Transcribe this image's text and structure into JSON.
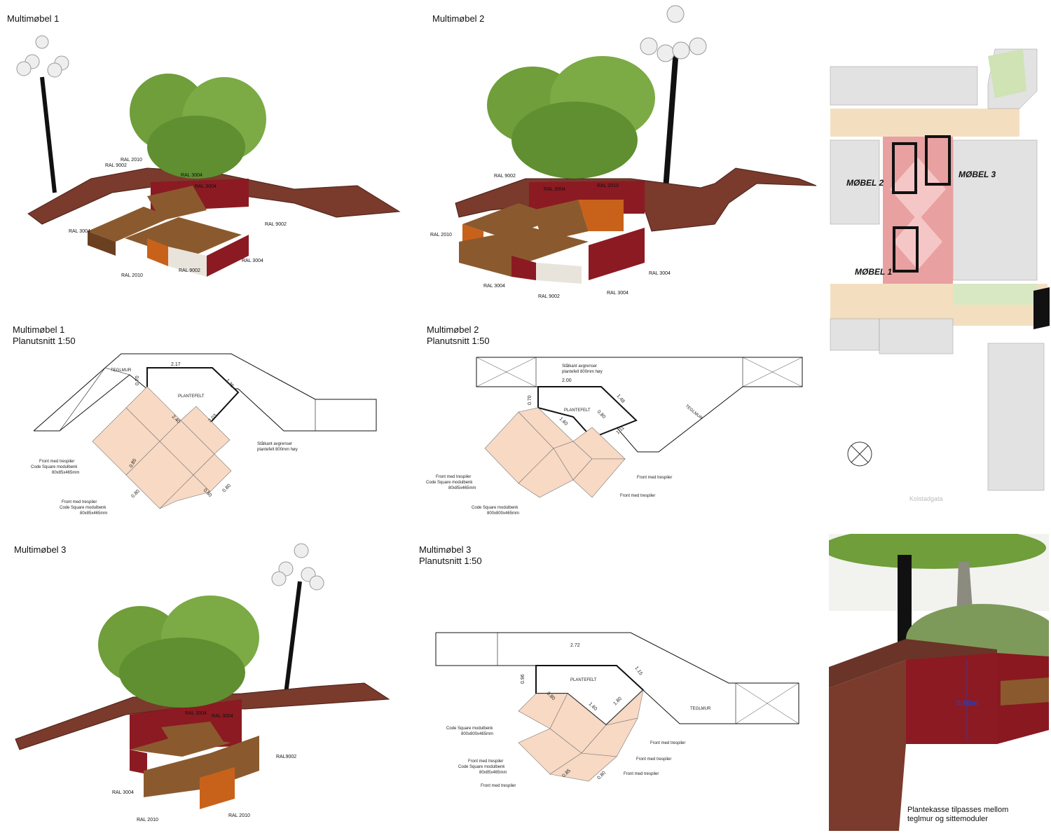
{
  "titles": {
    "m1": "Multimøbel 1",
    "m2": "Multimøbel 2",
    "m3": "Multimøbel 3",
    "p1a": "Multimøbel 1",
    "p1b": "Planutsnitt 1:50",
    "p2a": "Multimøbel 2",
    "p2b": "Planutsnitt 1:50",
    "p3a": "Multimøbel 3",
    "p3b": "Planutsnitt 1:50"
  },
  "render1": {
    "labels": [
      "RAL 2010",
      "RAL 9002",
      "RAL 3004",
      "RAL 3004",
      "RAL 9002",
      "RAL 3004",
      "RAL 3004",
      "RAL 2010",
      "RAL 9002"
    ]
  },
  "render2": {
    "labels": [
      "RAL 9002",
      "RAL 3004",
      "RAL 2010",
      "RAL 2010",
      "RAL 3004",
      "RAL 9002",
      "RAL 3004",
      "RAL 3004"
    ]
  },
  "render3": {
    "labels": [
      "RAL 3004",
      "RAL 3004",
      "RAL9002",
      "RAL 3004",
      "RAL 2010",
      "RAL 2010"
    ]
  },
  "plan1": {
    "teglmur": "TEGLMUR",
    "plantefelt": "PLANTEFELT",
    "dims": [
      "2.17",
      "0.70",
      "1.36",
      "2.40",
      "2.03",
      "0.85",
      "0.80",
      "0.80",
      "0.80"
    ],
    "steel_note_1": "Stålkant avgrenser",
    "steel_note_2": "plantefelt 800mm høy",
    "note_a1": "Front med trespiler",
    "note_a2": "Code Square modulbenk",
    "note_a3": "80x85x465mm",
    "note_b1": "Front med trespiler",
    "note_b2": "Code Square modulbenk",
    "note_b3": "80x85x465mm"
  },
  "plan2": {
    "teglmur": "TEGLMUR",
    "plantefelt": "PLANTEFELT",
    "steel_note_1": "Stålkant avgrenser",
    "steel_note_2": "plantefelt 800mm høy",
    "dims": [
      "2.00",
      "0.70",
      "1.48",
      "1.60",
      "0.80",
      "1.11"
    ],
    "note_a1": "Front med trespiler",
    "note_a2": "Code Square modulbenk",
    "note_a3": "80x85x465mm",
    "note_b1": "Code Square modulbenk",
    "note_b2": "800x800x465mm",
    "note_c": "Front med trespiler",
    "note_d": "Front med trespiler"
  },
  "plan3": {
    "teglmur": "TEGLMUR",
    "plantefelt": "PLANTEFELT",
    "dims": [
      "2.72",
      "0.96",
      "1.15",
      "0.80",
      "1.60",
      "1.80",
      "0.85",
      "0.80"
    ],
    "note_a1": "Code Square modulbenk",
    "note_a2": "800x800x465mm",
    "note_b1": "Front med trespiler",
    "note_b2": "Code Square modulbenk",
    "note_b3": "80x85x465mm",
    "note_b4": "Front med trespiler",
    "note_c": "Front med trespiler",
    "note_d": "Front med trespiler",
    "note_e": "Front med trespiler"
  },
  "site_map": {
    "m1": "MØBEL 1",
    "m2": "MØBEL 2",
    "m3": "MØBEL 3",
    "street": "Kolstadgata"
  },
  "detail": {
    "height": "0,80m",
    "caption_1": "Plantekasse tilpasses mellom",
    "caption_2": "teglmur og sittemoduler"
  },
  "colors": {
    "brick": "#7a3a2c",
    "planter_red": "#8c1a22",
    "wood": "#8a5a2e",
    "white_panel": "#e8e4dc",
    "orange": "#c8621a",
    "tile": "#f8d9c4",
    "foliage": "#6f9e3a"
  }
}
